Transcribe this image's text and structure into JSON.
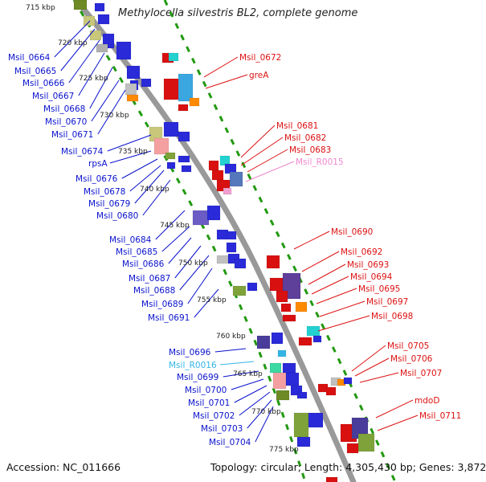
{
  "title": "Methylocella silvestris BL2, complete genome",
  "footer": {
    "accession_label": "Accession: NC_011666",
    "topology_label": "Topology: circular; Length: 4,305,430 bp; Genes: 3,872"
  },
  "colors": {
    "left_label": "#0a12cc",
    "right_label": "#dd1111",
    "rna_left_label": "#33b6e6",
    "rna_right_label": "#ee88cc",
    "backbone": "#999999",
    "track_dash": "#229911"
  },
  "kbp_ticks": [
    "715 kbp",
    "720 kbp",
    "725 kbp",
    "730 kbp",
    "735 kbp",
    "740 kbp",
    "745 kbp",
    "750 kbp",
    "755 kbp",
    "760 kbp",
    "765 kbp",
    "770 kbp",
    "775 kbp"
  ],
  "left_labels": [
    "Msil_0664",
    "Msil_0665",
    "Msil_0666",
    "Msil_0667",
    "Msil_0668",
    "Msil_0670",
    "Msil_0671",
    "Msil_0674",
    "rpsA",
    "Msil_0676",
    "Msil_0678",
    "Msil_0679",
    "Msil_0680",
    "Msil_0684",
    "Msil_0685",
    "Msil_0686",
    "Msil_0687",
    "Msil_0688",
    "Msil_0689",
    "Msil_0691",
    "Msil_0696",
    "Msil_R0016",
    "Msil_0699",
    "Msil_0700",
    "Msil_0701",
    "Msil_0702",
    "Msil_0703",
    "Msil_0704"
  ],
  "right_labels": [
    "Msil_0672",
    "greA",
    "Msil_0681",
    "Msil_0682",
    "Msil_0683",
    "Msil_R0015",
    "Msil_0690",
    "Msil_0692",
    "Msil_0693",
    "Msil_0694",
    "Msil_0695",
    "Msil_0697",
    "Msil_0698",
    "Msil_0705",
    "Msil_0706",
    "Msil_0707",
    "mdoD",
    "Msil_0711"
  ]
}
